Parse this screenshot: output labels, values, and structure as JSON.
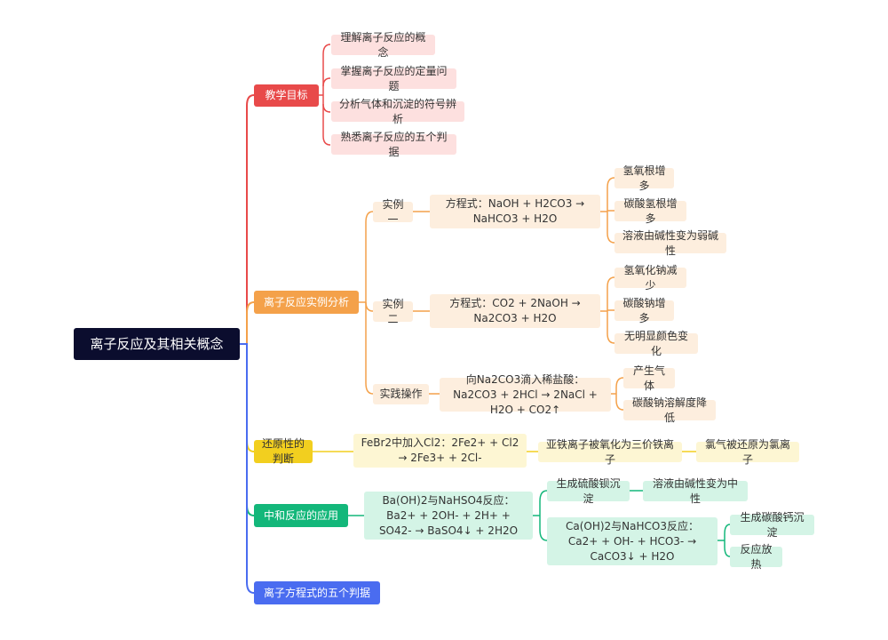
{
  "root": "离子反应及其相关概念",
  "teaching_goals": {
    "title": "教学目标",
    "items": [
      "理解离子反应的概念",
      "掌握离子反应的定量问题",
      "分析气体和沉淀的符号辨析",
      "熟悉离子反应的五个判据"
    ]
  },
  "examples": {
    "title": "离子反应实例分析",
    "example1": {
      "label": "实例一",
      "equation": "方程式：NaOH + H2CO3 → NaHCO3 + H2O",
      "results": [
        "氢氧根增多",
        "碳酸氢根增多",
        "溶液由碱性变为弱碱性"
      ]
    },
    "example2": {
      "label": "实例二",
      "equation": "方程式：CO2 + 2NaOH → Na2CO3 + H2O",
      "results": [
        "氢氧化钠减少",
        "碳酸钠增多",
        "无明显颜色变化"
      ]
    },
    "practice": {
      "label": "实践操作",
      "equation": "向Na2CO3滴入稀盐酸：Na2CO3 + 2HCl → 2NaCl + H2O + CO2↑",
      "results": [
        "产生气体",
        "碳酸钠溶解度降低"
      ]
    }
  },
  "reducibility": {
    "title": "还原性的判断",
    "equation": "FeBr2中加入Cl2：2Fe2+ + Cl2 → 2Fe3+ + 2Cl-",
    "result": "亚铁离子被氧化为三价铁离子",
    "sub_result": "氯气被还原为氯离子"
  },
  "neutralization": {
    "title": "中和反应的应用",
    "reaction1": "Ba(OH)2与NaHSO4反应：Ba2+ + 2OH- + 2H+ + SO42- → BaSO4↓ + 2H2O",
    "precipitate": "生成硫酸钡沉淀",
    "neutral": "溶液由碱性变为中性",
    "reaction2": "Ca(OH)2与NaHCO3反应：Ca2+ + OH- + HCO3- → CaCO3↓ + H2O",
    "reaction2_results": [
      "生成碳酸钙沉淀",
      "反应放热"
    ]
  },
  "five_criteria": {
    "title": "离子方程式的五个判据"
  }
}
